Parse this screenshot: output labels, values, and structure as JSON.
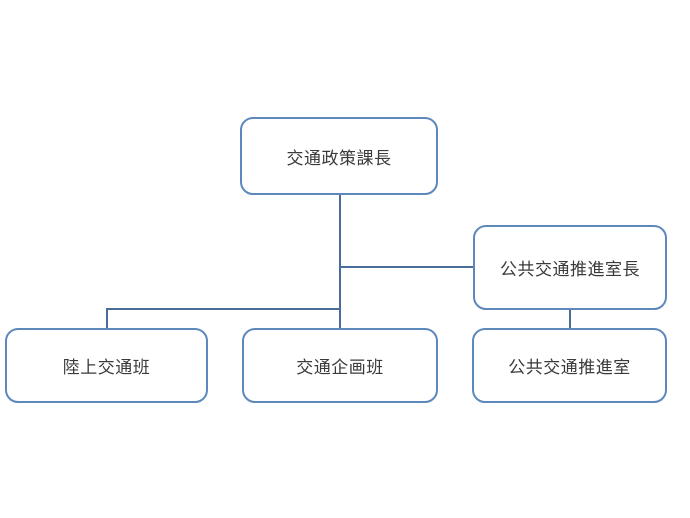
{
  "diagram": {
    "type": "org-chart",
    "colors": {
      "background": "#ffffff",
      "node_fill": "#ffffff",
      "node_border": "#5E88BC",
      "connector": "#4A6C9B",
      "text": "#3a3a3a"
    },
    "nodes": {
      "section_chief": {
        "label": "交通政策課長"
      },
      "promotion_office_chief": {
        "label": "公共交通推進室長"
      },
      "land_transport_team": {
        "label": "陸上交通班"
      },
      "transport_planning_team": {
        "label": "交通企画班"
      },
      "promotion_office": {
        "label": "公共交通推進室"
      }
    },
    "edges": [
      {
        "from": "交通政策課長",
        "to": "公共交通推進室長"
      },
      {
        "from": "交通政策課長",
        "to": "陸上交通班"
      },
      {
        "from": "交通政策課長",
        "to": "交通企画班"
      },
      {
        "from": "公共交通推進室長",
        "to": "公共交通推進室"
      }
    ]
  }
}
